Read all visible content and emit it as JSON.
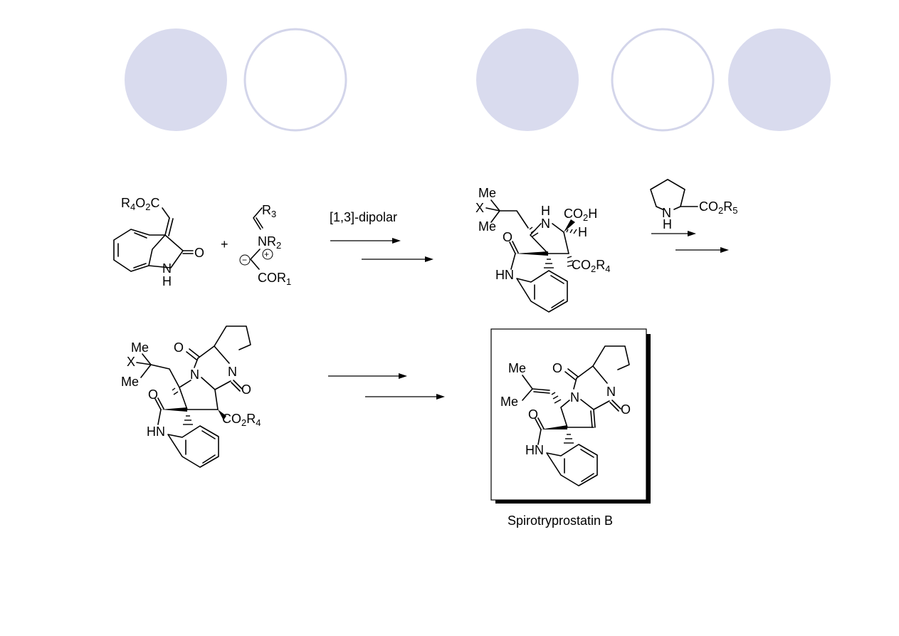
{
  "colors": {
    "circle_fill": "#d9dbee",
    "circle_outline": "#d3d5ea",
    "ink": "#000000",
    "box_shadow": "#000000"
  },
  "decor": {
    "circles": [
      {
        "style": "filled"
      },
      {
        "style": "outline"
      },
      {
        "style": "filled"
      },
      {
        "style": "outline"
      },
      {
        "style": "filled"
      }
    ]
  },
  "scheme": {
    "reagent_top": {
      "substituents": [
        "R",
        "4",
        "O",
        "2",
        "C"
      ],
      "carbonyl": "O",
      "nh": [
        "N",
        "H"
      ]
    },
    "plus": "+",
    "ylide": {
      "r3": [
        "R",
        "3"
      ],
      "nr2": [
        "N",
        "R",
        "2"
      ],
      "plus_charge": "+",
      "minus_charge": "−",
      "cor1": [
        "COR",
        "1"
      ]
    },
    "arrow1_label": "[1,3]-dipolar",
    "intermediate": {
      "me_top": "Me",
      "x": "X",
      "me_bottom": "Me",
      "nh": [
        "H",
        "N"
      ],
      "co2h": [
        "CO",
        "2",
        "H"
      ],
      "h": "H",
      "carbonyl": "O",
      "hn": "HN",
      "co2r4": [
        "CO",
        "2",
        "R",
        "4"
      ]
    },
    "proline": {
      "n": "N",
      "h": "H",
      "co2r5": [
        "CO",
        "2",
        "R",
        "5"
      ]
    },
    "diketopiperazine": {
      "me_top": "Me",
      "x": "X",
      "me_bottom": "Me",
      "o_top": "O",
      "n_left": "N",
      "n_right": "N",
      "o_right": "O",
      "o_oxindole": "O",
      "hn": "HN",
      "co2r4": [
        "CO",
        "2",
        "R",
        "4"
      ]
    },
    "product": {
      "me_top": "Me",
      "me_bottom": "Me",
      "o_top": "O",
      "n_left": "N",
      "n_right": "N",
      "o_right": "O",
      "o_oxindole": "O",
      "hn": "HN",
      "name": "Spirotryprostatin B"
    }
  }
}
